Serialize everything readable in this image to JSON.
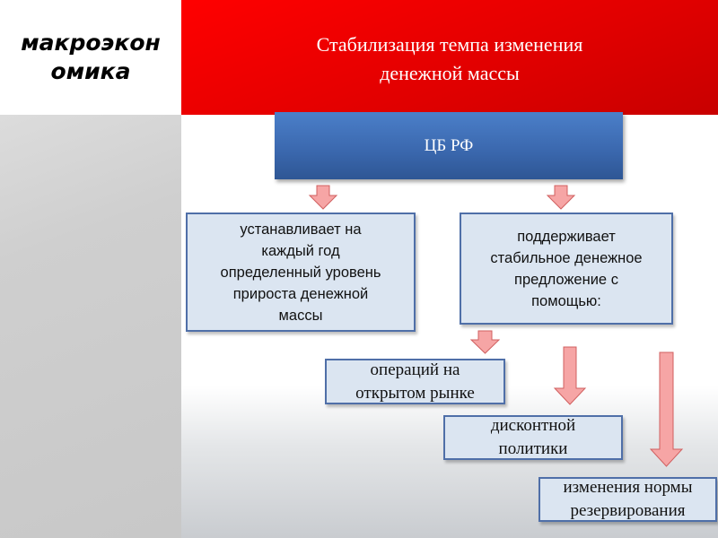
{
  "logo_text": [
    "макроэкон",
    "омика"
  ],
  "title": [
    "Стабилизация темпа изменения",
    "денежной массы"
  ],
  "central_bank": "ЦБ РФ",
  "box_left": [
    "устанавливает на",
    "каждый год",
    "определенный уровень",
    "прироста денежной",
    "массы"
  ],
  "box_right": [
    "поддерживает",
    "стабильное денежное",
    "предложение с",
    "помощью:"
  ],
  "tools": [
    [
      "операций на",
      "открытом рынке"
    ],
    [
      "дисконтной",
      "политики"
    ],
    [
      "изменения нормы",
      "резервирования"
    ]
  ],
  "colors": {
    "header": "#e00000",
    "cb": "#3a67ad",
    "box_fill": "#dbe5f1",
    "box_border": "#4f6fa8",
    "arrow": "#f4a0a0"
  }
}
